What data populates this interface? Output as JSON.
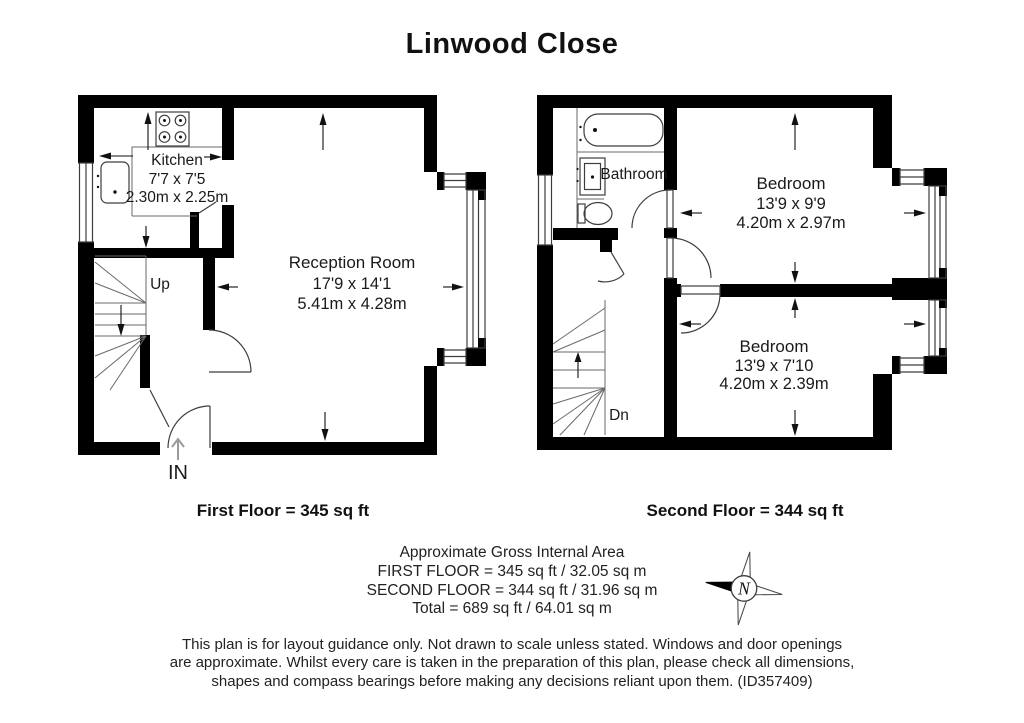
{
  "title": "Linwood Close",
  "first_floor": {
    "caption": "First Floor = 345 sq ft",
    "kitchen": {
      "name": "Kitchen",
      "imperial": "7'7 x 7'5",
      "metric": "2.30m x 2.25m"
    },
    "reception": {
      "name": "Reception Room",
      "imperial": "17'9 x 14'1",
      "metric": "5.41m x 4.28m"
    },
    "stairs_label": "Up",
    "entrance_label": "IN"
  },
  "second_floor": {
    "caption": "Second Floor = 344 sq ft",
    "bathroom": {
      "name": "Bathroom"
    },
    "bedroom_front": {
      "name": "Bedroom",
      "imperial": "13'9 x 9'9",
      "metric": "4.20m x 2.97m"
    },
    "bedroom_back": {
      "name": "Bedroom",
      "imperial": "13'9 x 7'10",
      "metric": "4.20m x 2.39m"
    },
    "stairs_label": "Dn"
  },
  "area_summary": {
    "heading": "Approximate Gross Internal Area",
    "first_floor_line": "FIRST FLOOR = 345 sq ft / 32.05 sq m",
    "second_floor_line": "SECOND FLOOR = 344 sq ft / 31.96 sq m",
    "total_line": "Total = 689 sq ft / 64.01 sq m"
  },
  "compass": {
    "north_label": "N"
  },
  "disclaimer": {
    "line1": "This plan is for layout guidance only. Not drawn to scale unless stated. Windows and door openings",
    "line2": "are approximate. Whilst every care is taken in the preparation of this plan, please check all dimensions,",
    "line3": "shapes and compass bearings before making any decisions reliant upon them. (ID357409)"
  },
  "colors": {
    "wall": "#000000",
    "text": "#1a1a1a",
    "thin_line": "#3d3d3d",
    "in_arrow": "#9a9a9a",
    "background": "#ffffff"
  }
}
